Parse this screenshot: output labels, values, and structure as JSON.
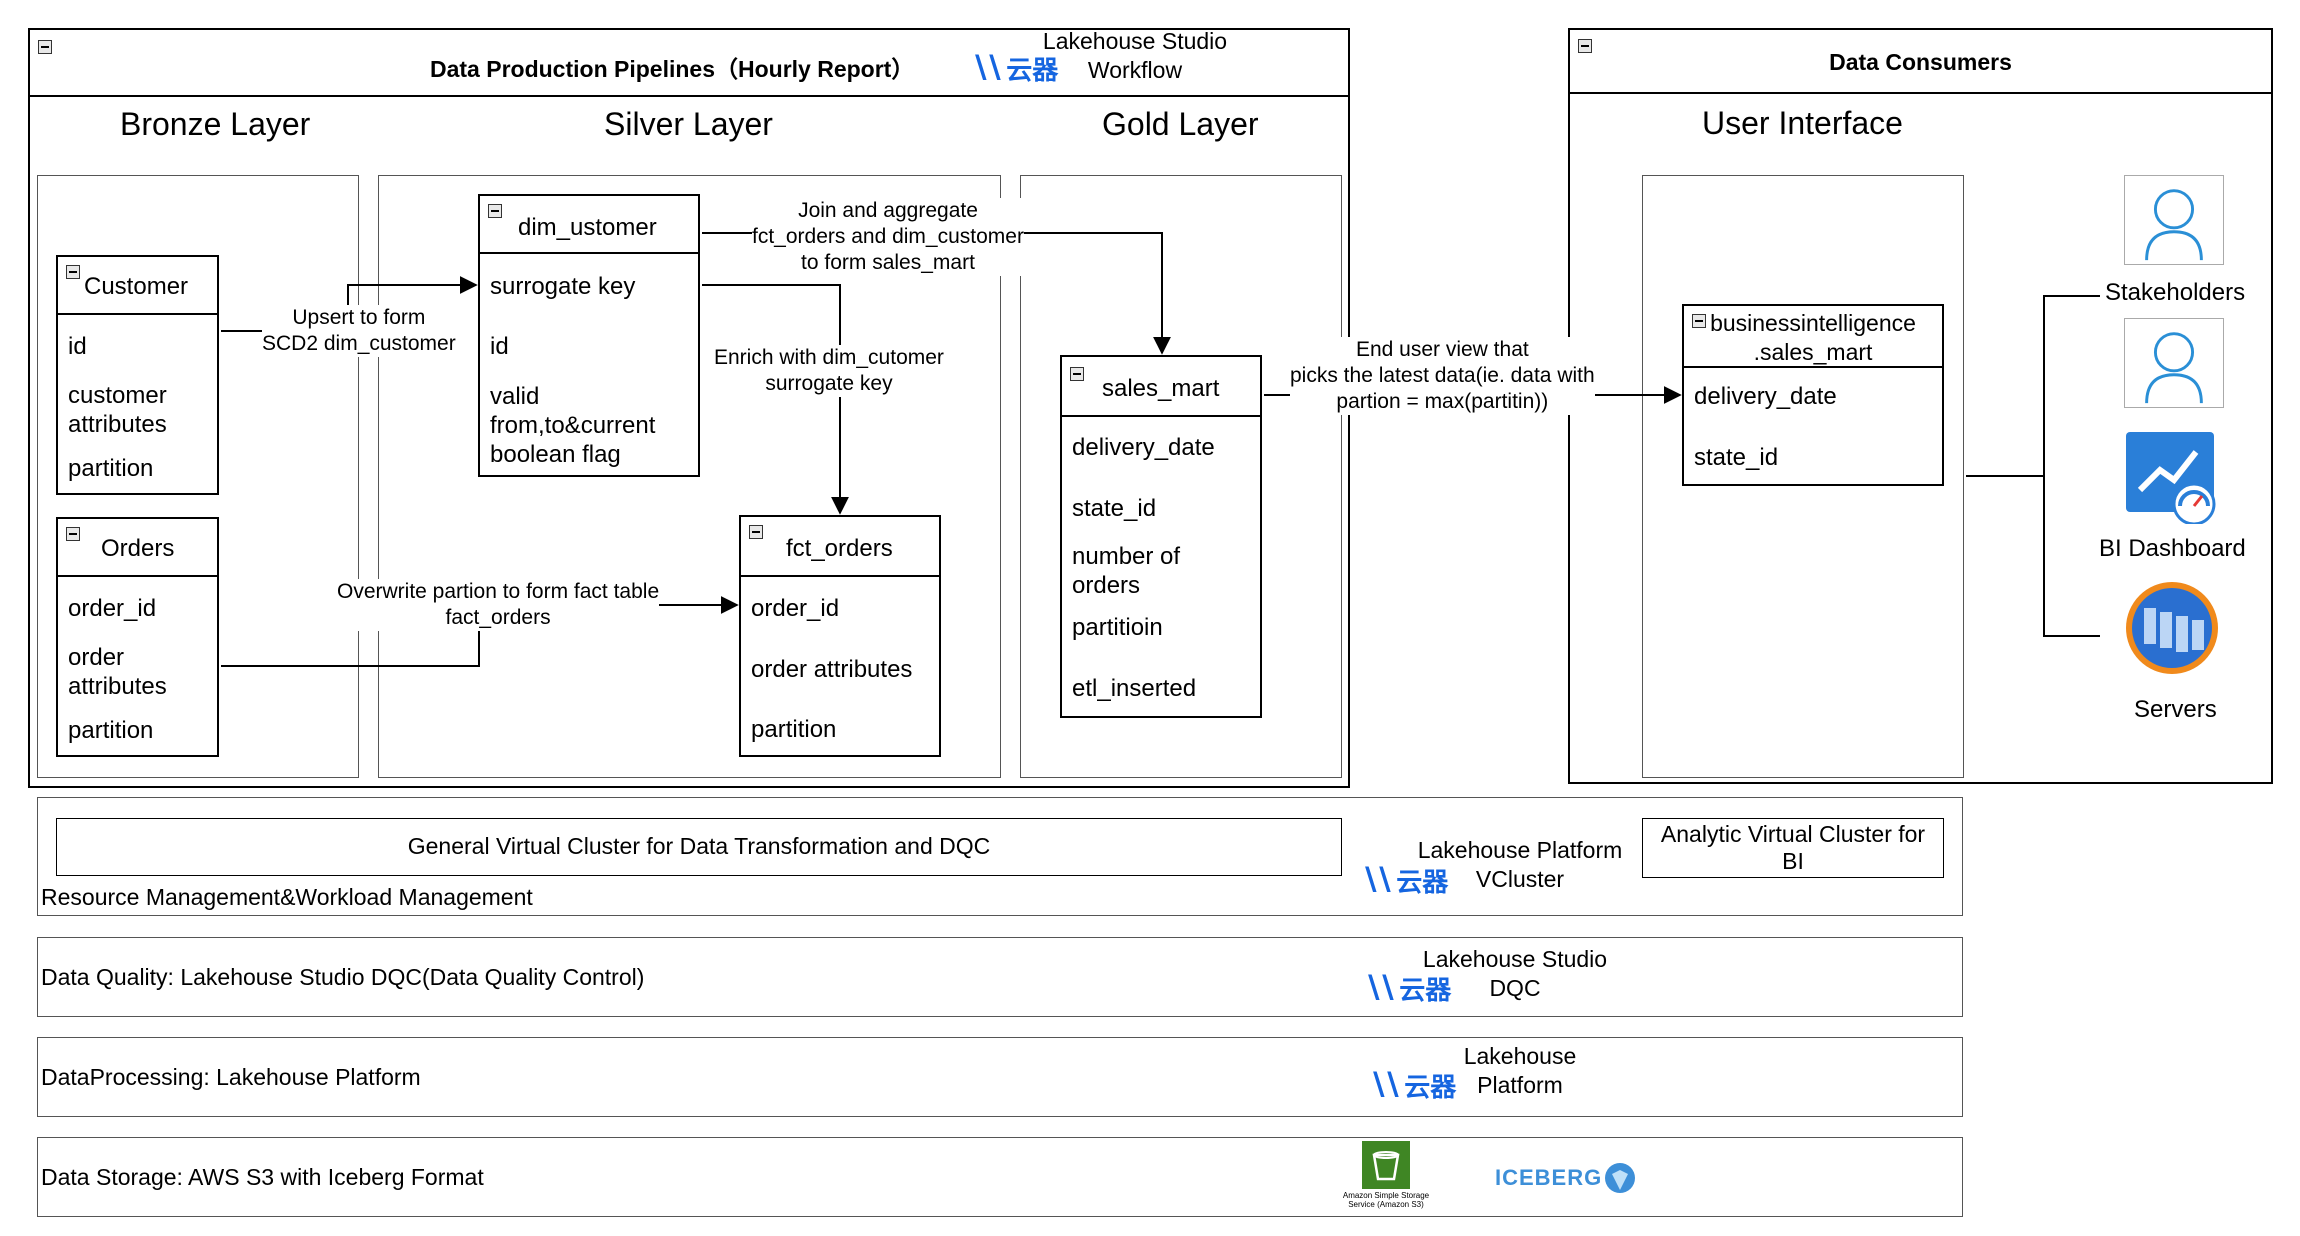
{
  "pipelines": {
    "title": "Data Production Pipelines（Hourly Report）",
    "studio_label": "Lakehouse Studio",
    "studio_sub": "Workflow",
    "logo_text": "云器",
    "layers": {
      "bronze": "Bronze Layer",
      "silver": "Silver Layer",
      "gold": "Gold Layer"
    }
  },
  "entities": {
    "customer": {
      "title": "Customer",
      "fields": [
        "id",
        "customer\nattributes",
        "partition"
      ]
    },
    "orders": {
      "title": "Orders",
      "fields": [
        "order_id",
        "order\nattributes",
        "partition"
      ]
    },
    "dim_customer": {
      "title": "dim_ustomer",
      "fields": [
        "surrogate key",
        "id",
        "valid\nfrom,to&current\nboolean flag"
      ]
    },
    "fct_orders": {
      "title": "fct_orders",
      "fields": [
        "order_id",
        "order attributes",
        "partition"
      ]
    },
    "sales_mart": {
      "title": "sales_mart",
      "fields": [
        "delivery_date",
        "state_id",
        "number of\norders",
        "partitioin",
        "etl_inserted"
      ]
    },
    "bi_sales_mart": {
      "title": "businessintelligence\n.sales_mart",
      "fields": [
        "delivery_date",
        "state_id"
      ]
    }
  },
  "edges": {
    "upsert": "Upsert to form\nSCD2 dim_customer",
    "overwrite": "Overwrite partion to form fact table\nfact_orders",
    "join": "Join and aggregate\nfct_orders and dim_customer\nto form sales_mart",
    "enrich": "Enrich with dim_cutomer\nsurrogate key",
    "enduser": "End user view that\npicks the latest data(ie. data with\npartion = max(partitin))"
  },
  "consumers": {
    "title": "Data Consumers",
    "ui_title": "User Interface",
    "items": [
      "Stakeholders",
      "BI Dashboard",
      "Servers"
    ]
  },
  "resource": {
    "general_cluster": "General Virtual Cluster for Data Transformation and DQC",
    "caption": "Resource Management&Workload Management",
    "platform_label": "Lakehouse Platform",
    "platform_sub": "VCluster",
    "analytic_cluster": "Analytic Virtual Cluster for\nBI"
  },
  "quality": {
    "caption": "Data Quality: Lakehouse Studio DQC(Data Quality Control)",
    "label": "Lakehouse Studio",
    "sub": "DQC"
  },
  "processing": {
    "caption": "DataProcessing: Lakehouse Platform",
    "label": "Lakehouse",
    "sub": "Platform"
  },
  "storage": {
    "caption": "Data Storage: AWS S3 with Iceberg Format",
    "s3_caption": "Amazon Simple Storage\nService (Amazon S3)",
    "iceberg": "ICEBERG"
  },
  "colors": {
    "logo_blue": "#1565e0",
    "person_blue": "#2a8fd6",
    "s3_green": "#3f8624",
    "iceberg_blue": "#3d8fd8",
    "server_orange": "#f08a1c"
  }
}
